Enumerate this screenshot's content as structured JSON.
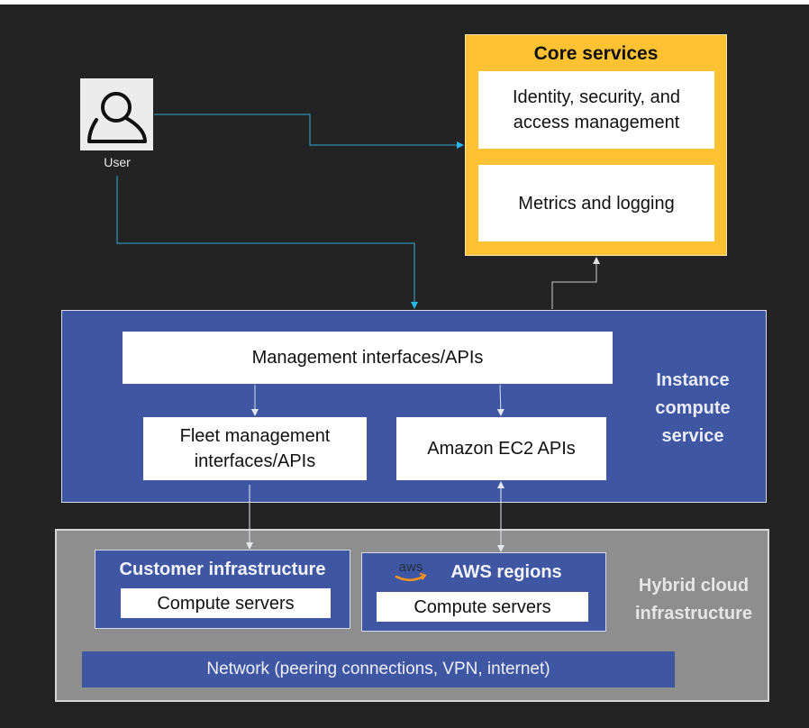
{
  "user": {
    "label": "User",
    "icon": "user-icon"
  },
  "core_services": {
    "title": "Core services",
    "items": [
      {
        "label_lines": [
          "Identity, security, and",
          "access management"
        ]
      },
      {
        "label_lines": [
          "Metrics and logging"
        ]
      }
    ],
    "color": "#fec232"
  },
  "instance_compute": {
    "label_lines": [
      "Instance",
      "compute",
      "service"
    ],
    "management": "Management interfaces/APIs",
    "fleet_lines": [
      "Fleet management",
      "interfaces/APIs"
    ],
    "ec2": "Amazon EC2 APIs",
    "color": "#3f57a3"
  },
  "hybrid_cloud": {
    "label_lines": [
      "Hybrid cloud",
      "infrastructure"
    ],
    "customer": {
      "title": "Customer infrastructure",
      "servers": "Compute servers"
    },
    "aws": {
      "logo": "aws",
      "title": "AWS regions",
      "servers": "Compute servers"
    },
    "network": "Network (peering connections, VPN, internet)",
    "color": "#8e8e8e"
  },
  "connections": [
    {
      "from": "user",
      "to": "core-services",
      "color": "#29a3d4"
    },
    {
      "from": "user",
      "to": "instance-compute-service",
      "color": "#29a3d4"
    },
    {
      "from": "instance-compute-service",
      "to": "core-services",
      "color": "#bdbdbd"
    },
    {
      "from": "management-interfaces",
      "to": "fleet-management"
    },
    {
      "from": "management-interfaces",
      "to": "amazon-ec2-apis"
    },
    {
      "from": "fleet-management",
      "to": "customer-infrastructure"
    },
    {
      "from": "amazon-ec2-apis",
      "to": "aws-regions",
      "bidirectional": true
    }
  ]
}
